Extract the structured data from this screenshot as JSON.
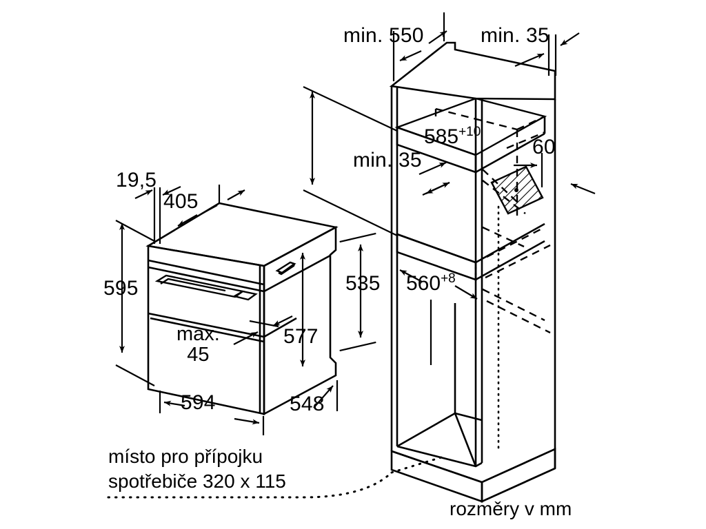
{
  "document": {
    "kind": "installation-dimension-drawing",
    "language": "cs",
    "units_note": "rozměry v mm"
  },
  "oven": {
    "title": "oven appliance isometric view",
    "dimensions": {
      "front_offset": "19,5",
      "depth_top": "405",
      "height_front": "595",
      "width_front": "594",
      "depth_side": "548",
      "height_body": "577",
      "height_back": "535",
      "door_gap_label_line1": "max.",
      "door_gap_label_line2": "45"
    }
  },
  "cabinet": {
    "title": "kitchen cabinet niche isometric view",
    "dimensions": {
      "niche_depth": "min. 550",
      "top_gap": "min. 35",
      "niche_height": "585",
      "niche_height_tol": "+10",
      "shelf_gap": "min. 35",
      "socket_depth": "60",
      "niche_width": "560",
      "niche_width_tol": "+8"
    }
  },
  "notes": {
    "connection_line1": "místo pro přípojku",
    "connection_line2": "spotřebiče 320 x 115",
    "units": "rozměry v mm"
  },
  "colors": {
    "stroke": "#000000",
    "background": "#ffffff",
    "text": "#000000"
  }
}
